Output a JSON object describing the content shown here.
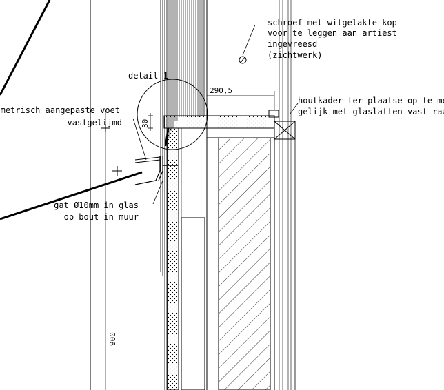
{
  "annotations": {
    "screw_note": [
      "schroef met witgelakte kop",
      "voor te leggen aan artiest",
      "ingevreesd",
      "(zichtwerk)"
    ],
    "detail_label": "detail 1",
    "frame_note": [
      "houtkader ter plaatse op te meten",
      "gelijk met glaslatten vast raam"
    ],
    "foot_note": [
      "geometrisch aangepaste voet",
      "vastgelijmd"
    ],
    "hole_note": [
      "gat Ø10mm in glas",
      "op bout in muur"
    ]
  },
  "dimensions": {
    "width_290": "290,5",
    "gap_30": "30",
    "height_900": "900"
  },
  "colors": {
    "line": "#000000",
    "background": "#ffffff"
  }
}
